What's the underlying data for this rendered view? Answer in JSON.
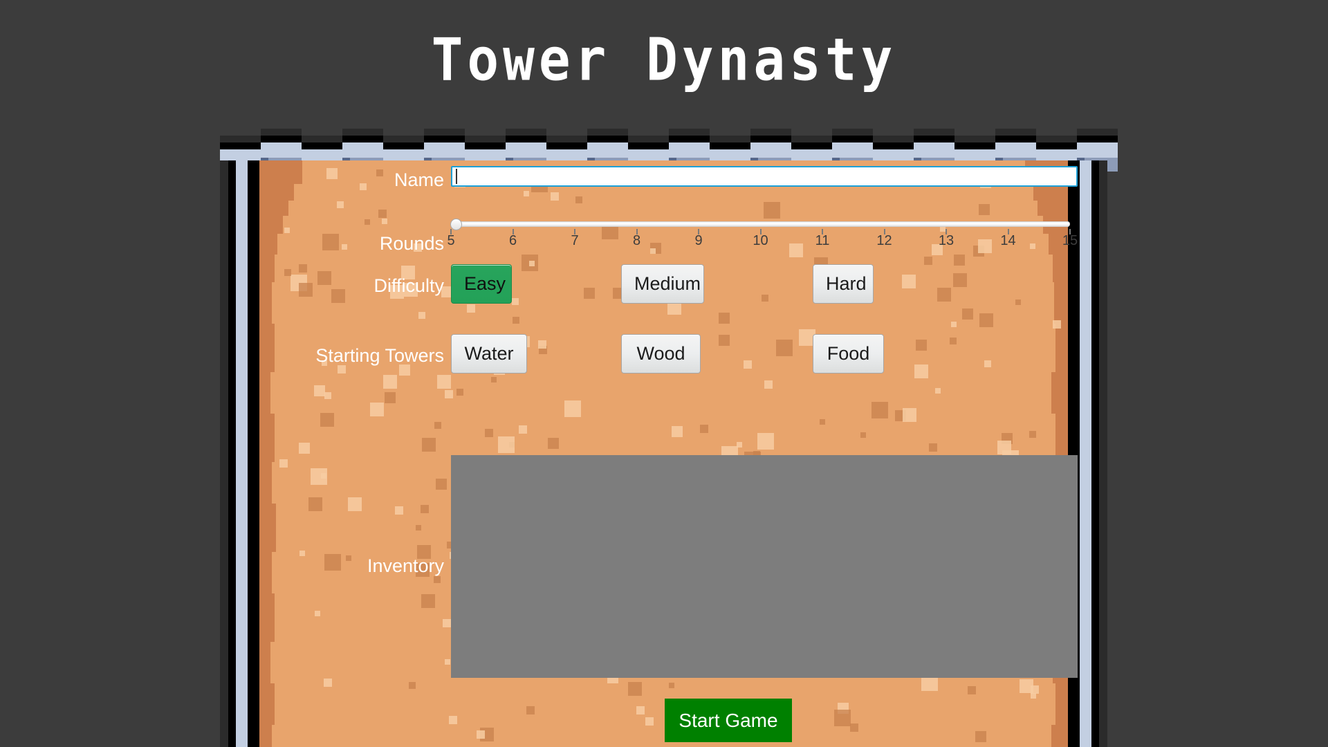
{
  "app": {
    "title": "Tower Dynasty",
    "background_color": "#3c3c3c"
  },
  "colors": {
    "dirt_outer": "#cd7f4d",
    "dirt_inner": "#e8a46c",
    "speck_light": "#f7cda2",
    "speck_dark": "#c8814d",
    "stone_light": "#c3cfe2",
    "stone_mid": "#8d9cb8",
    "stone_edge": "#57688a",
    "accent_selected": "#26a65b",
    "start_button": "#008000",
    "input_focus_border": "#1ca0d8",
    "inventory_panel": "#7d7d7d",
    "label_text": "#ffffff",
    "tick_text": "#3d3d3d"
  },
  "form": {
    "name": {
      "label": "Name",
      "value": "",
      "placeholder": ""
    },
    "rounds": {
      "label": "Rounds",
      "value": 5,
      "min": 5,
      "max": 15,
      "step": 1,
      "ticks": [
        "5",
        "6",
        "7",
        "8",
        "9",
        "10",
        "11",
        "12",
        "13",
        "14",
        "15"
      ]
    },
    "difficulty": {
      "label": "Difficulty",
      "selected": "Easy",
      "options": [
        {
          "label": "Easy",
          "selected": true
        },
        {
          "label": "Medium",
          "selected": false
        },
        {
          "label": "Hard",
          "selected": false
        }
      ]
    },
    "starting_towers": {
      "label": "Starting Towers",
      "selected": null,
      "options": [
        {
          "label": "Water",
          "selected": false
        },
        {
          "label": "Wood",
          "selected": false
        },
        {
          "label": "Food",
          "selected": false
        }
      ]
    },
    "inventory": {
      "label": "Inventory",
      "items": []
    },
    "start_button": {
      "label": "Start Game"
    }
  }
}
